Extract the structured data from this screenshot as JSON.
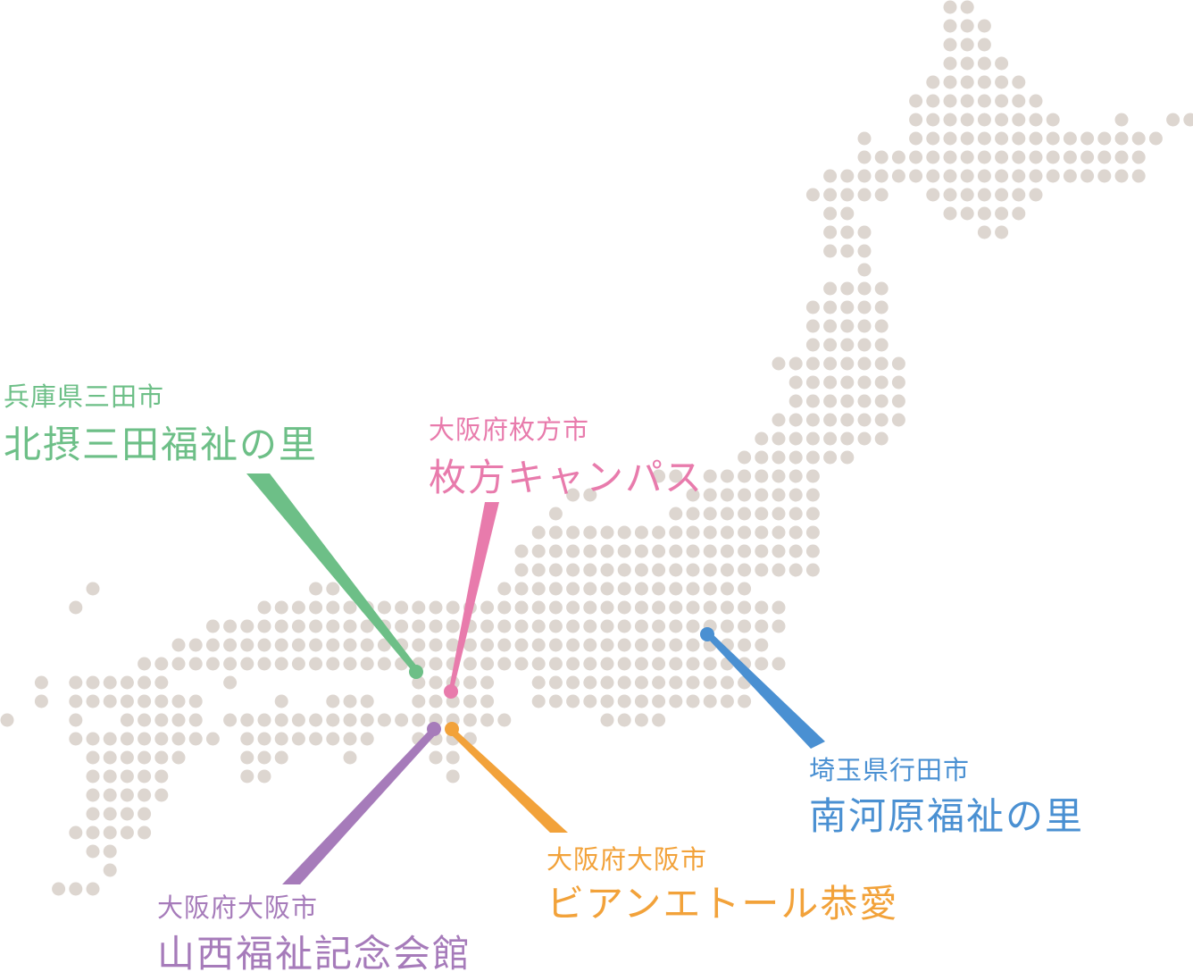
{
  "colors": {
    "dot": "#ddd6d0",
    "green": "#6dbf87",
    "pink": "#e87bac",
    "blue": "#4a90d2",
    "orange": "#f2a23a",
    "purple": "#a67bba"
  },
  "locations": {
    "sanda": {
      "prefecture": "兵庫県三田市",
      "facility": "北摂三田福祉の里"
    },
    "hirakata": {
      "prefecture": "大阪府枚方市",
      "facility": "枚方キャンパス"
    },
    "gyoda": {
      "prefecture": "埼玉県行田市",
      "facility": "南河原福祉の里"
    },
    "kyoai": {
      "prefecture": "大阪府大阪市",
      "facility": "ビアンエトール恭愛"
    },
    "yamanishi": {
      "prefecture": "大阪府大阪市",
      "facility": "山西福祉記念会館"
    }
  }
}
